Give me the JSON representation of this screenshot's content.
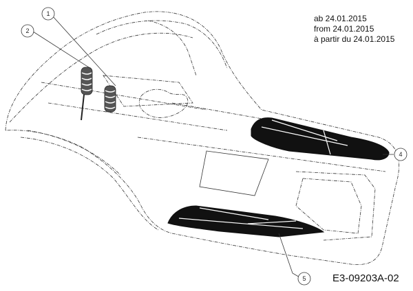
{
  "drawing": {
    "subject": "tractor body / fender shell with foot-pad mats and springs",
    "validity_note": [
      "ab 24.01.2015",
      "from 24.01.2015",
      "à partir du 24.01.2015"
    ],
    "drawing_code": "E3-09203A-02",
    "callouts": [
      {
        "number": "1",
        "target": "spring (right)"
      },
      {
        "number": "2",
        "target": "spring (left)"
      },
      {
        "number": "4",
        "target": "foot mat (right)"
      },
      {
        "number": "5",
        "target": "foot mat (front)"
      }
    ],
    "colors": {
      "line": "#222222",
      "mat_fill": "#111111",
      "background": "#ffffff"
    }
  }
}
